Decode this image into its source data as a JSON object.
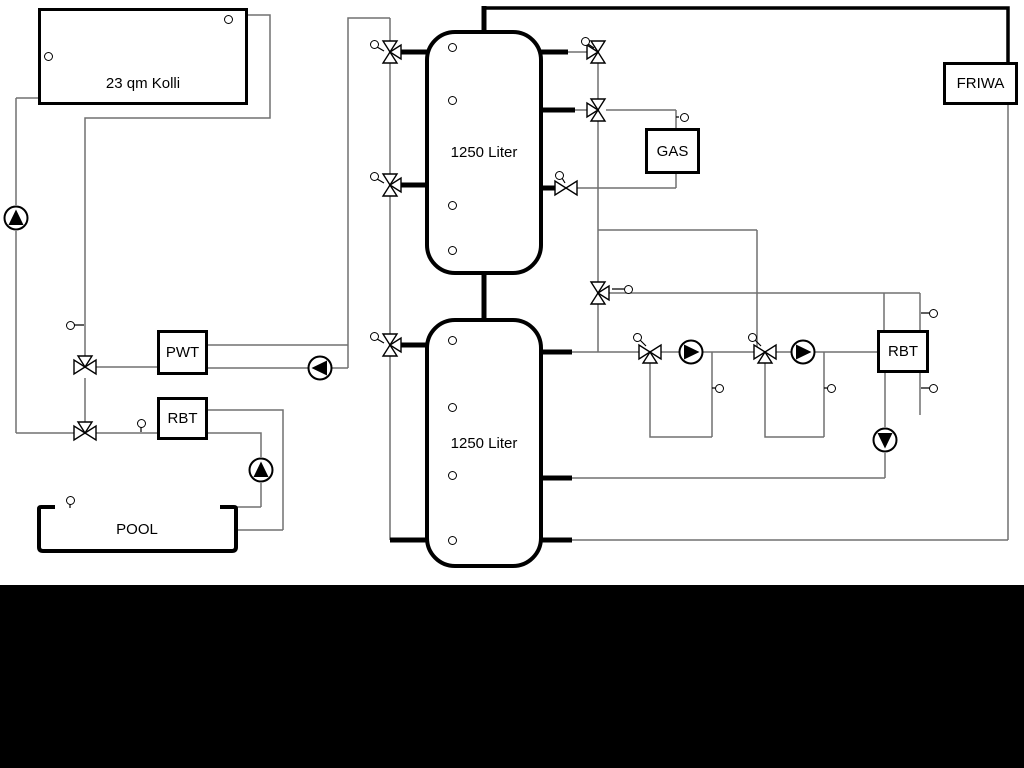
{
  "diagram": {
    "collector": {
      "label": "23 qm Kolli"
    },
    "upper_tank": {
      "label": "1250 Liter"
    },
    "lower_tank": {
      "label": "1250 Liter"
    },
    "pwt": {
      "label": "PWT"
    },
    "rbt_left": {
      "label": "RBT"
    },
    "rbt_right": {
      "label": "RBT"
    },
    "gas": {
      "label": "GAS"
    },
    "friwa": {
      "label": "FRIWA"
    },
    "pool": {
      "label": "POOL"
    }
  },
  "colors": {
    "background": "#ffffff",
    "letterbox": "#000000",
    "pipe_thin": "#707070",
    "pipe_thick": "#000000",
    "component_border": "#000000"
  }
}
